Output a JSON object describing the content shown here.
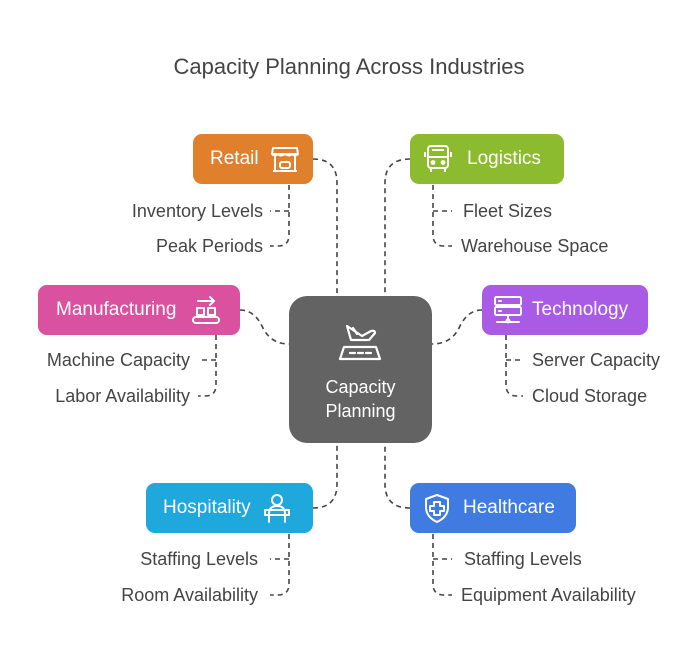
{
  "title": "Capacity Planning Across Industries",
  "center": {
    "line1": "Capacity",
    "line2": "Planning",
    "icon": "airplane-landing-icon",
    "color": "#636363"
  },
  "nodes": {
    "retail": {
      "label": "Retail",
      "icon": "market-stall-icon",
      "color": "#E07F2C",
      "items": [
        "Inventory Levels",
        "Peak Periods"
      ]
    },
    "logistics": {
      "label": "Logistics",
      "icon": "bus-icon",
      "color": "#8DBB30",
      "items": [
        "Fleet Sizes",
        "Warehouse Space"
      ]
    },
    "manufacturing": {
      "label": "Manufacturing",
      "icon": "conveyor-icon",
      "color": "#D9519F",
      "items": [
        "Machine Capacity",
        "Labor Availability"
      ]
    },
    "technology": {
      "label": "Technology",
      "icon": "server-icon",
      "color": "#A95BE5",
      "items": [
        "Server Capacity",
        "Cloud Storage"
      ]
    },
    "hospitality": {
      "label": "Hospitality",
      "icon": "reception-desk-icon",
      "color": "#1EA8DC",
      "items": [
        "Staffing Levels",
        "Room Availability"
      ]
    },
    "healthcare": {
      "label": "Healthcare",
      "icon": "medical-shield-icon",
      "color": "#3F7BE0",
      "items": [
        "Staffing Levels",
        "Equipment Availability"
      ]
    }
  },
  "connector_color": "#444444"
}
